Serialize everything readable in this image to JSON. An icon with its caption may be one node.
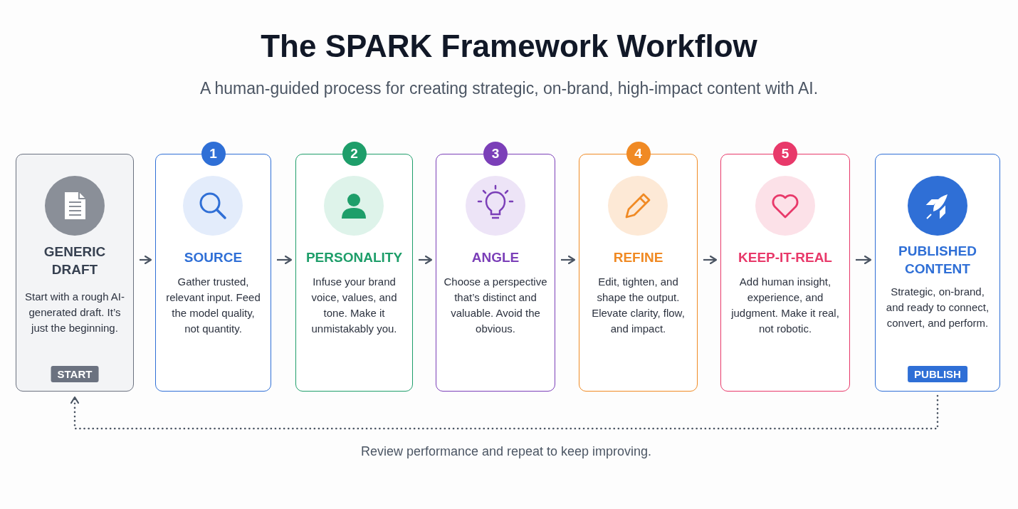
{
  "diagram": {
    "title": "The SPARK Framework Workflow",
    "caption": "A human-guided process for creating strategic, on-brand, high-impact content with AI.",
    "nodes": [
      {
        "text": [
          "GENERIC DRAFT",
          "Start with a rough AI-generated draft. It’s just the beginning.",
          "START"
        ]
      },
      {
        "text": [
          "SOURCE",
          "Gather trusted, relevant input. Feed the model quality, not quantity."
        ],
        "beside": [
          "1"
        ]
      },
      {
        "text": [
          "PERSONALITY",
          "Infuse your brand voice, values, and tone. Make it unmistakably you."
        ],
        "beside": [
          "2"
        ]
      },
      {
        "text": [
          "ANGLE",
          "Choose a perspective that’s distinct and valuable. Avoid the obvious."
        ],
        "beside": [
          "3"
        ]
      },
      {
        "text": [
          "REFINE",
          "Edit, tighten, and shape the output. Elevate clarity, flow, and impact."
        ],
        "beside": [
          "4"
        ]
      },
      {
        "text": [
          "KEEP-IT-REAL",
          "Add human insight, experience, and judgment. Make it real, not robotic."
        ],
        "beside": [
          "5"
        ]
      },
      {
        "text": [
          "PUBLISHED CONTENT",
          "Strategic, on-brand, and ready to connect, convert, and perform.",
          "PUBLISH"
        ]
      }
    ],
    "edges": [
      {
        "from": 0,
        "to": 1,
        "arrow": "to"
      },
      {
        "from": 1,
        "to": 2,
        "arrow": "to"
      },
      {
        "from": 2,
        "to": 3,
        "arrow": "to"
      },
      {
        "from": 3,
        "to": 4,
        "arrow": "to"
      },
      {
        "from": 4,
        "to": 5,
        "arrow": "to"
      },
      {
        "from": 5,
        "to": 6,
        "arrow": "to"
      },
      {
        "from": 6,
        "to": 0,
        "arrow": "to",
        "style": "dashed",
        "label": "Review performance and repeat to keep improving."
      }
    ]
  }
}
